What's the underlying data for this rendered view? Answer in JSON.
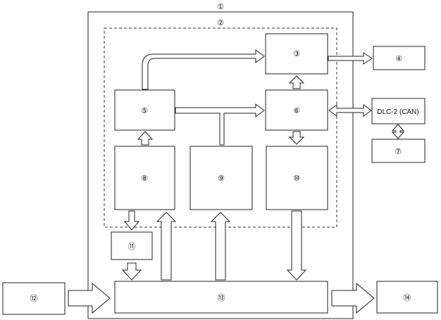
{
  "labels": {
    "n1": "①",
    "n2": "②",
    "n3": "③",
    "n4": "④",
    "n5": "⑤",
    "n6": "⑥",
    "n7": "⑦",
    "n8": "⑧",
    "n9": "⑨",
    "n10": "⑩",
    "n11": "⑪",
    "n12": "⑫",
    "n13": "⑬",
    "n14": "⑭",
    "dlc": "DLC-2 (CAN)"
  }
}
